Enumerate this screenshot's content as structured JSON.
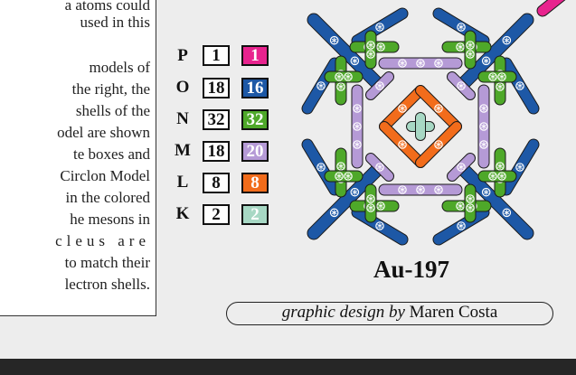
{
  "text_panel": {
    "lines": [
      "a atoms could",
      "used in this",
      "",
      "models of",
      "the right, the",
      "shells of the",
      "odel are shown",
      "te boxes and",
      "Circlon Model",
      "in the colored",
      "he mesons in",
      "cleus are",
      "to match their",
      "lectron shells."
    ]
  },
  "shells": [
    {
      "label": "P",
      "electrons": "1",
      "mesons": "1",
      "color": "#e8238e"
    },
    {
      "label": "O",
      "electrons": "18",
      "mesons": "16",
      "color": "#1d58a6"
    },
    {
      "label": "N",
      "electrons": "32",
      "mesons": "32",
      "color": "#4ea829"
    },
    {
      "label": "M",
      "electrons": "18",
      "mesons": "20",
      "color": "#b59ad6"
    },
    {
      "label": "L",
      "electrons": "8",
      "mesons": "8",
      "color": "#f26c1b"
    },
    {
      "label": "K",
      "electrons": "2",
      "mesons": "2",
      "color": "#a7d8c4"
    }
  ],
  "isotope_label": "Au-197",
  "credit": {
    "prefix": "graphic design by",
    "name": "Maren Costa"
  }
}
